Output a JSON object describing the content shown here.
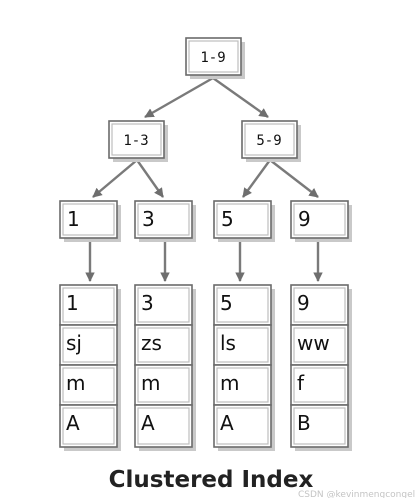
{
  "diagram": {
    "root": {
      "label": "1-9"
    },
    "branches": [
      {
        "label": "1-3"
      },
      {
        "label": "5-9"
      }
    ],
    "keys": [
      {
        "label": "1"
      },
      {
        "label": "3"
      },
      {
        "label": "5"
      },
      {
        "label": "9"
      }
    ],
    "records": [
      {
        "rows": [
          "1",
          "sj",
          "m",
          "A"
        ]
      },
      {
        "rows": [
          "3",
          "zs",
          "m",
          "A"
        ]
      },
      {
        "rows": [
          "5",
          "ls",
          "m",
          "A"
        ]
      },
      {
        "rows": [
          "9",
          "ww",
          "f",
          "B"
        ]
      }
    ],
    "caption": "Clustered Index"
  },
  "watermark": "CSDN @kevinmengcongel"
}
